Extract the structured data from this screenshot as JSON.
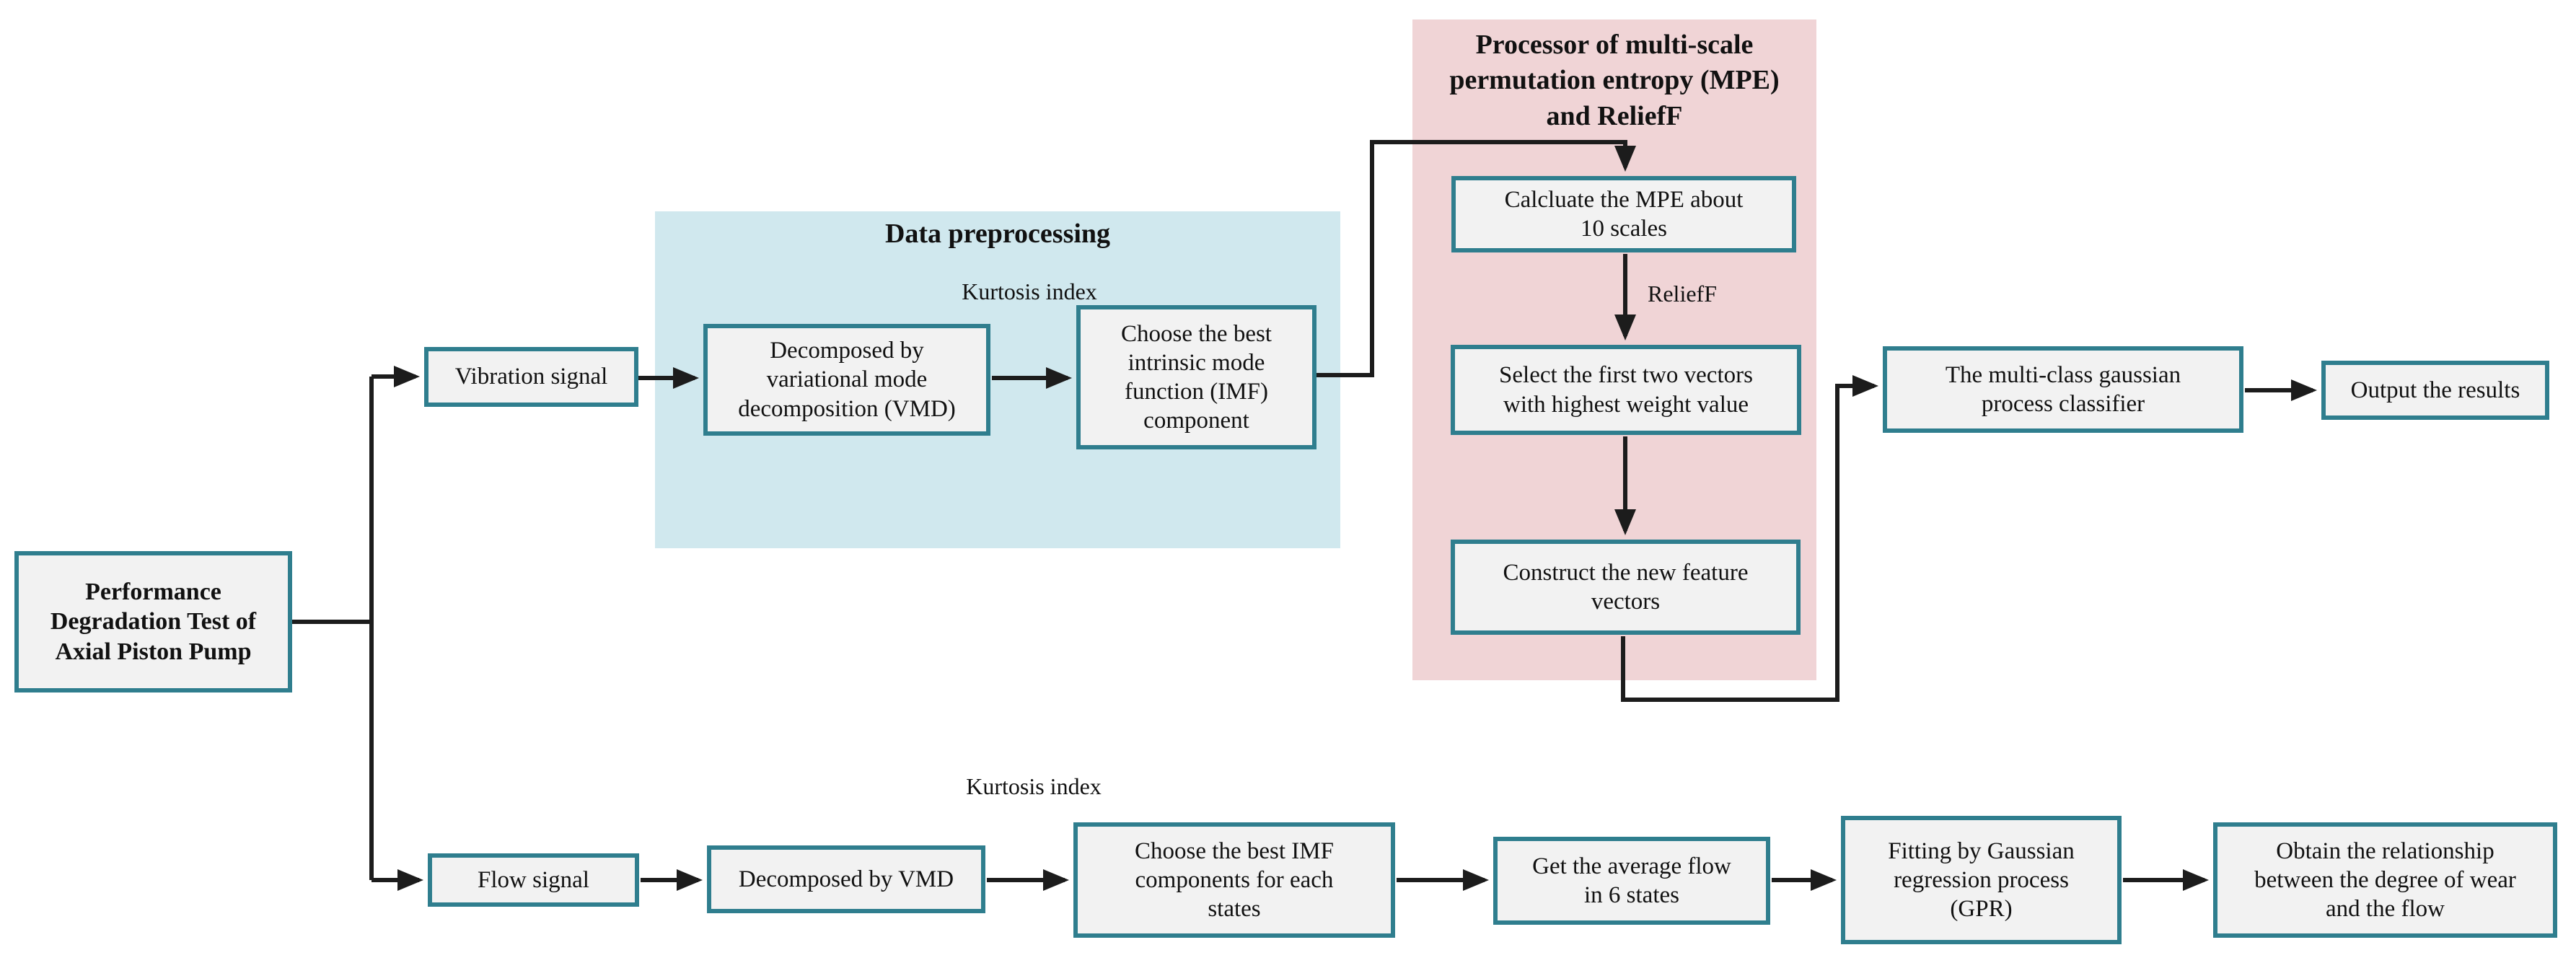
{
  "colors": {
    "box_border": "#2f7e8e",
    "box_fill": "#f2f2f2",
    "preprocessing_panel_bg": "#d0e8ee",
    "mpe_panel_bg": "#f0d4d6",
    "arrow": "#1c1c1c",
    "text": "#111111"
  },
  "groups": {
    "data_preprocessing": {
      "title": "Data preprocessing"
    },
    "mpe_relieff": {
      "title": "Processor of multi-scale\npermutation entropy (MPE)\nand ReliefF"
    }
  },
  "labels": {
    "kurtosis_top": "Kurtosis index",
    "relieff": "ReliefF",
    "kurtosis_bottom": "Kurtosis index"
  },
  "nodes": {
    "performance": "Performance\nDegradation Test of\nAxial Piston Pump",
    "vibration_signal": "Vibration signal",
    "vmd_top": "Decomposed by\nvariational mode\ndecomposition (VMD)",
    "imf_top": "Choose the best\nintrinsic mode\nfunction (IMF)\ncomponent",
    "calc_mpe": "Calcluate the MPE about\n10 scales",
    "select_vectors": "Select the first two vectors\nwith highest weight value",
    "construct_vectors": "Construct the new feature\nvectors",
    "classifier": "The  multi-class gaussian\nprocess classifier",
    "output": "Output the results",
    "flow_signal": "Flow signal",
    "vmd_bottom": "Decomposed by VMD",
    "imf_bottom": "Choose the best  IMF\ncomponents for each\nstates",
    "avg_flow": "Get the average flow\nin 6 states",
    "gpr": "Fitting by Gaussian\nregression process\n(GPR)",
    "obtain": "Obtain the relationship\nbetween the degree of wear\nand the flow"
  }
}
